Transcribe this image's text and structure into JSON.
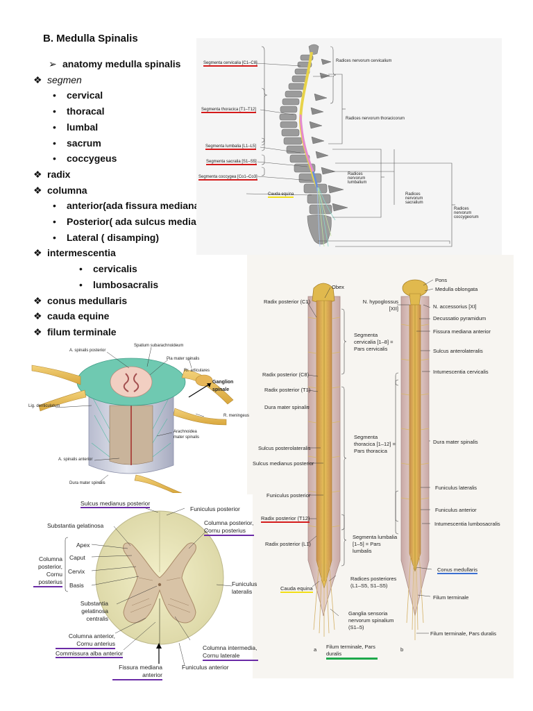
{
  "outline": {
    "title": "B. Medulla Spinalis",
    "items": [
      {
        "marker": "➢",
        "text": "anatomy medulla spinalis",
        "level": 1
      },
      {
        "marker": "❖",
        "text": "segmen",
        "level": 0,
        "italic": true
      },
      {
        "marker": "•",
        "text": "cervical",
        "level": 2
      },
      {
        "marker": "•",
        "text": "thoracal",
        "level": 2
      },
      {
        "marker": "•",
        "text": "lumbal",
        "level": 2
      },
      {
        "marker": "•",
        "text": "sacrum",
        "level": 2
      },
      {
        "marker": "•",
        "text": "coccygeus",
        "level": 2
      },
      {
        "marker": "❖",
        "text": "radix",
        "level": 0
      },
      {
        "marker": "❖",
        "text": "columna",
        "level": 0
      },
      {
        "marker": "•",
        "text": "anterior(ada fissura mediana anterior)",
        "level": 2
      },
      {
        "marker": "•",
        "text": "Posterior( ada sulcus mediana posterior)",
        "level": 2
      },
      {
        "marker": "•",
        "text": "Lateral ( disamping)",
        "level": 2
      },
      {
        "marker": "❖",
        "text": "intermescentia",
        "level": 0
      },
      {
        "marker": "•",
        "text": "cervicalis",
        "level": 3
      },
      {
        "marker": "•",
        "text": "lumbosacralis",
        "level": 3
      },
      {
        "marker": "❖",
        "text": "conus medullaris",
        "level": 0
      },
      {
        "marker": "❖",
        "text": "cauda equine",
        "level": 0
      },
      {
        "marker": "❖",
        "text": "filum terminale",
        "level": 0
      }
    ]
  },
  "fig_column": {
    "labels": {
      "seg_cervical": "Segmenta cervicalia [C1–C8]",
      "seg_thoracic": "Segmenta thoracica [T1–T12]",
      "seg_lumbal": "Segmenta lumbalia [L1–L5]",
      "seg_sacral": "Segmenta sacralia [S1–S5]",
      "seg_coccyg": "Segmenta coccygea [Co1–Co3]",
      "cauda": "Cauda equina",
      "rad_cerv": "Radices nervorum cervicalium",
      "rad_thor": "Radices nervorum thoracicorum",
      "rad_lumb": "Radices nervorum lumbalium",
      "rad_sacr": "Radices nervorum sacralium",
      "rad_cocc": "Radices nervorum coccygeorum"
    }
  },
  "fig_meninges": {
    "labels": {
      "a_spinalis_post": "A. spinalis posterior",
      "spatium": "Spatium subarachnoideum",
      "pia": "Pia mater spinalis",
      "rr_art": "Rr. articulares",
      "ganglion": "Ganglion spinale",
      "lig_dent": "Lig. denticulatum",
      "r_mening": "R. meningeus",
      "arachnoidea": "Arachnoidea mater spinalis",
      "a_spinalis_ant": "A. spinalis anterior",
      "dura": "Dura mater spinalis"
    }
  },
  "fig_cross": {
    "labels": {
      "sulcus_med_post": "Sulcus medianus posterior",
      "funiculus_post": "Funiculus posterior",
      "subst_gel": "Substantia gelatinosa",
      "col_post_cornu": "Columna posterior, Cornu posterius",
      "apex": "Apex",
      "caput": "Caput",
      "cervix": "Cervix",
      "basis": "Basis",
      "col_post_group": "Columna posterior, Cornu posterius",
      "funiculus_lat": "Funiculus lateralis",
      "subst_gel_centr": "Substantia gelatinosa centralis",
      "col_ant": "Columna anterior, Cornu anterius",
      "commissura": "Commissura alba anterior",
      "col_inter": "Columna intermedia, Cornu laterale",
      "fissura": "Fissura mediana anterior",
      "funiculus_ant": "Funiculus anterior"
    }
  },
  "fig_cords": {
    "labels": {
      "obex": "Obex",
      "radix_post_c1": "Radix posterior (C1)",
      "seg_cerv": "Segmenta cervicalia [1–8] = Pars cervicalis",
      "radix_post_c8": "Radix posterior (C8)",
      "radix_post_t1": "Radix posterior (T1)",
      "dura_a": "Dura mater spinalis",
      "seg_thor": "Segmenta thoracica [1–12] = Pars thoracica",
      "sulcus_postlat": "Sulcus posterolateralis",
      "sulcus_med_post": "Sulcus medianus posterior",
      "funic_post": "Funiculus posterior",
      "radix_post_t12": "Radix posterior (T12)",
      "seg_lumb": "Segmenta lumbalia [1–5] = Pars lumbalis",
      "radix_post_l1": "Radix posterior (L1)",
      "radices_post": "Radices posteriores (L1–S5, S1–S5)",
      "cauda": "Cauda equina",
      "ganglia": "Ganglia sensoria nervorum spinalium (S1–5)",
      "filum_dur_a": "Filum terminale, Pars duralis",
      "pons": "Pons",
      "med_obl": "Medulla oblongata",
      "n_hypo": "N. hypoglossus [XII]",
      "n_acc": "N. accessorius [XI]",
      "decussatio": "Decussatio pyramidum",
      "fiss_med_ant": "Fissura mediana anterior",
      "sulcus_antlat": "Sulcus anterolateralis",
      "intum_cerv": "Intumescentia cervicalis",
      "dura_b": "Dura mater spinalis",
      "funic_lat": "Funiculus lateralis",
      "funic_ant": "Funiculus anterior",
      "intum_lumb": "Intumescentia lumbosacralis",
      "conus": "Conus medullaris",
      "filum": "Filum terminale",
      "filum_dur_b": "Filum terminale, Pars duralis",
      "fig_a": "a",
      "fig_b": "b"
    }
  }
}
